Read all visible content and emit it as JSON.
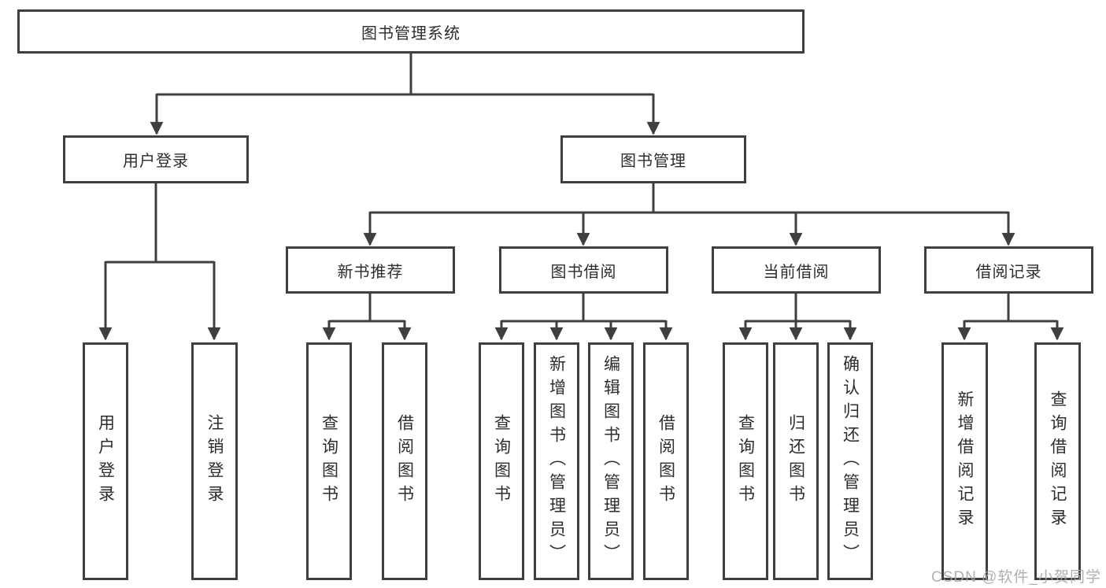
{
  "diagram": {
    "colors": {
      "line": "#3f3f3f",
      "border": "#3f3f3f",
      "text": "#2d2d2d",
      "box_bg": "#ffffff",
      "background": "#ffffff",
      "watermark": "#a6a6a6"
    },
    "tree": {
      "root": {
        "label": "图书管理系统",
        "children": [
          {
            "label": "用户登录",
            "children": [
              {
                "label": "用户登录"
              },
              {
                "label": "注销登录"
              }
            ]
          },
          {
            "label": "图书管理",
            "children": [
              {
                "label": "新书推荐",
                "children": [
                  {
                    "label": "查询图书"
                  },
                  {
                    "label": "借阅图书"
                  }
                ]
              },
              {
                "label": "图书借阅",
                "children": [
                  {
                    "label": "查询图书"
                  },
                  {
                    "label": "新增图书（管理员）"
                  },
                  {
                    "label": "编辑图书（管理员）"
                  },
                  {
                    "label": "借阅图书"
                  }
                ]
              },
              {
                "label": "当前借阅",
                "children": [
                  {
                    "label": "查询图书"
                  },
                  {
                    "label": "归还图书"
                  },
                  {
                    "label": "确认归还（管理员）"
                  }
                ]
              },
              {
                "label": "借阅记录",
                "children": [
                  {
                    "label": "新增借阅记录"
                  },
                  {
                    "label": "查询借阅记录"
                  }
                ]
              }
            ]
          }
        ]
      }
    }
  },
  "watermark": {
    "text": "CSDN @软件_小贺同学"
  }
}
